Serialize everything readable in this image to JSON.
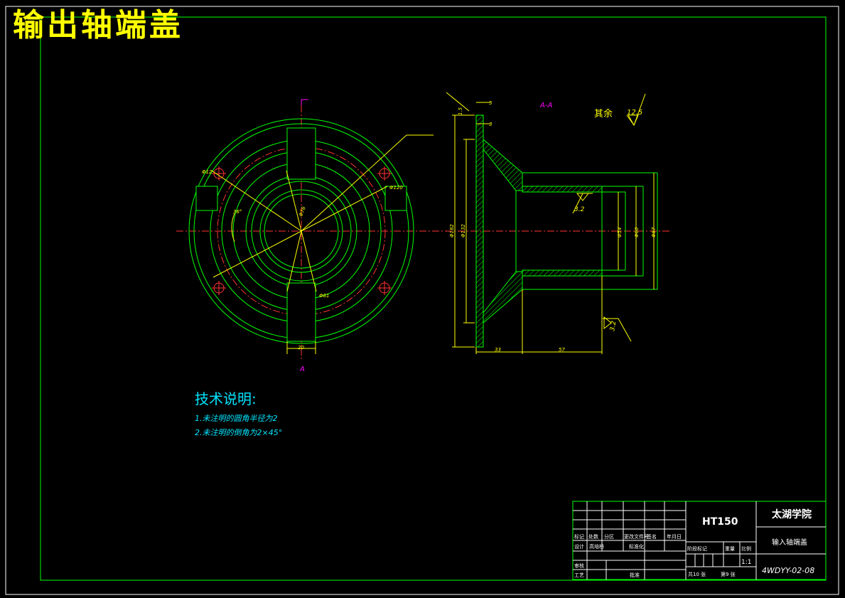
{
  "title": "输出轴端盖",
  "section_label": "A-A",
  "section_mark": "A",
  "roughness_note": {
    "label": "其余",
    "value": "12.5"
  },
  "front_view": {
    "dims": {
      "hole": "Φ12",
      "inner": "Φ76",
      "pcd": "Φ120",
      "shaft": "Φ81",
      "angle": "36°",
      "slot_width": "20"
    }
  },
  "section_view": {
    "dims": {
      "top1": "5",
      "top2": "3",
      "side": "1.5",
      "outer": "Φ182",
      "flange": "Φ132",
      "bore1": "Φ54",
      "bore2": "Φ60",
      "bore3": "Φ87",
      "len1": "33",
      "len2": "57",
      "rough1": "3.2",
      "rough2": "3.2"
    }
  },
  "tech_notes": {
    "heading": "技术说明:",
    "items": [
      "1.未注明的圆角半径为2",
      "2.未注明的倒角为2×45°"
    ]
  },
  "title_block": {
    "material": "HT150",
    "school": "太湖学院",
    "part_name": "输入轴端盖",
    "drawing_no": "4WDYY-02-08",
    "scale": "1:1",
    "header_cols": [
      "标记",
      "处数",
      "分区",
      "更改文件号",
      "签名",
      "年月日"
    ],
    "design_label": "设计",
    "designer": "高培桥",
    "std_label": "标准化",
    "stage_cols": [
      "阶段标记",
      "重量",
      "比例"
    ],
    "review_label": "审核",
    "process_label": "工艺",
    "approve_label": "批准",
    "sheets_total": "共10 张",
    "sheet_no": "第9 张"
  }
}
